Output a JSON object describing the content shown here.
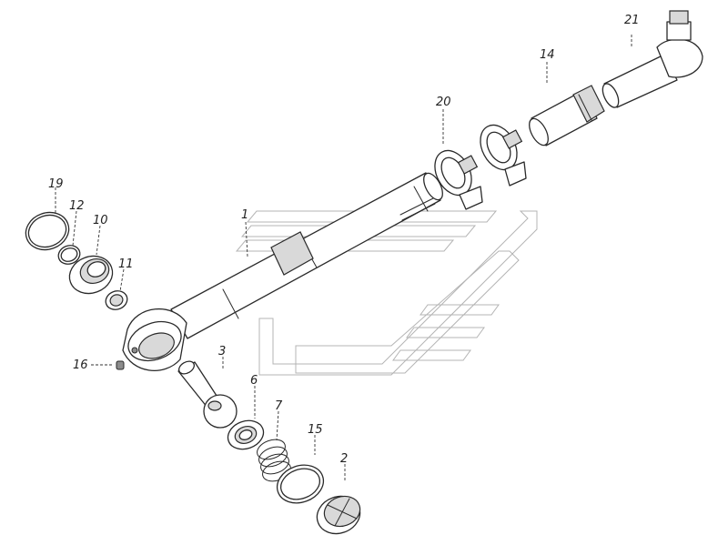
{
  "colors": {
    "ink": "#2a2a2a",
    "shade": "#d9d9d9",
    "watermark": "#b4b4b4",
    "background": "#ffffff"
  },
  "labels": {
    "p1": "1",
    "p2": "2",
    "p3": "3",
    "p6": "6",
    "p7": "7",
    "p10": "10",
    "p11": "11",
    "p12": "12",
    "p14": "14",
    "p15": "15",
    "p16": "16",
    "p19": "19",
    "p20": "20",
    "p21": "21"
  }
}
